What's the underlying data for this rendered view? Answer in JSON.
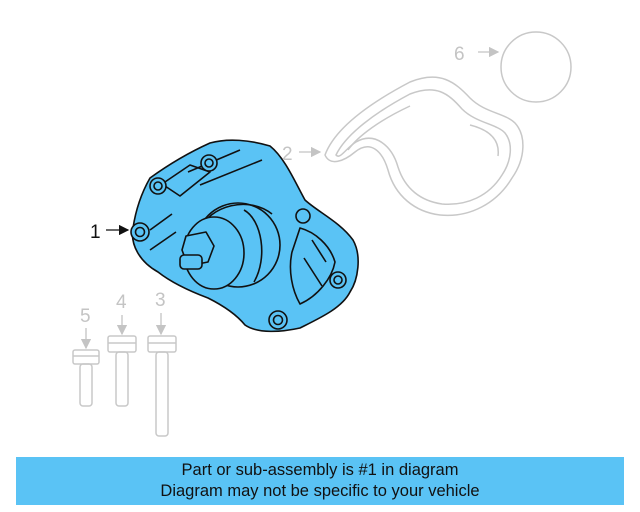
{
  "callouts": {
    "part_1": "1",
    "part_2": "2",
    "part_3": "3",
    "part_4": "4",
    "part_5": "5",
    "part_6": "6"
  },
  "banner": {
    "line1": "Part or sub-assembly is #1 in diagram",
    "line2": "Diagram may not be specific to your vehicle"
  },
  "colors": {
    "highlight_part": "#5ac3f5",
    "banner_background": "#5ac3f5",
    "ghost_parts": "#c8c8c8"
  }
}
